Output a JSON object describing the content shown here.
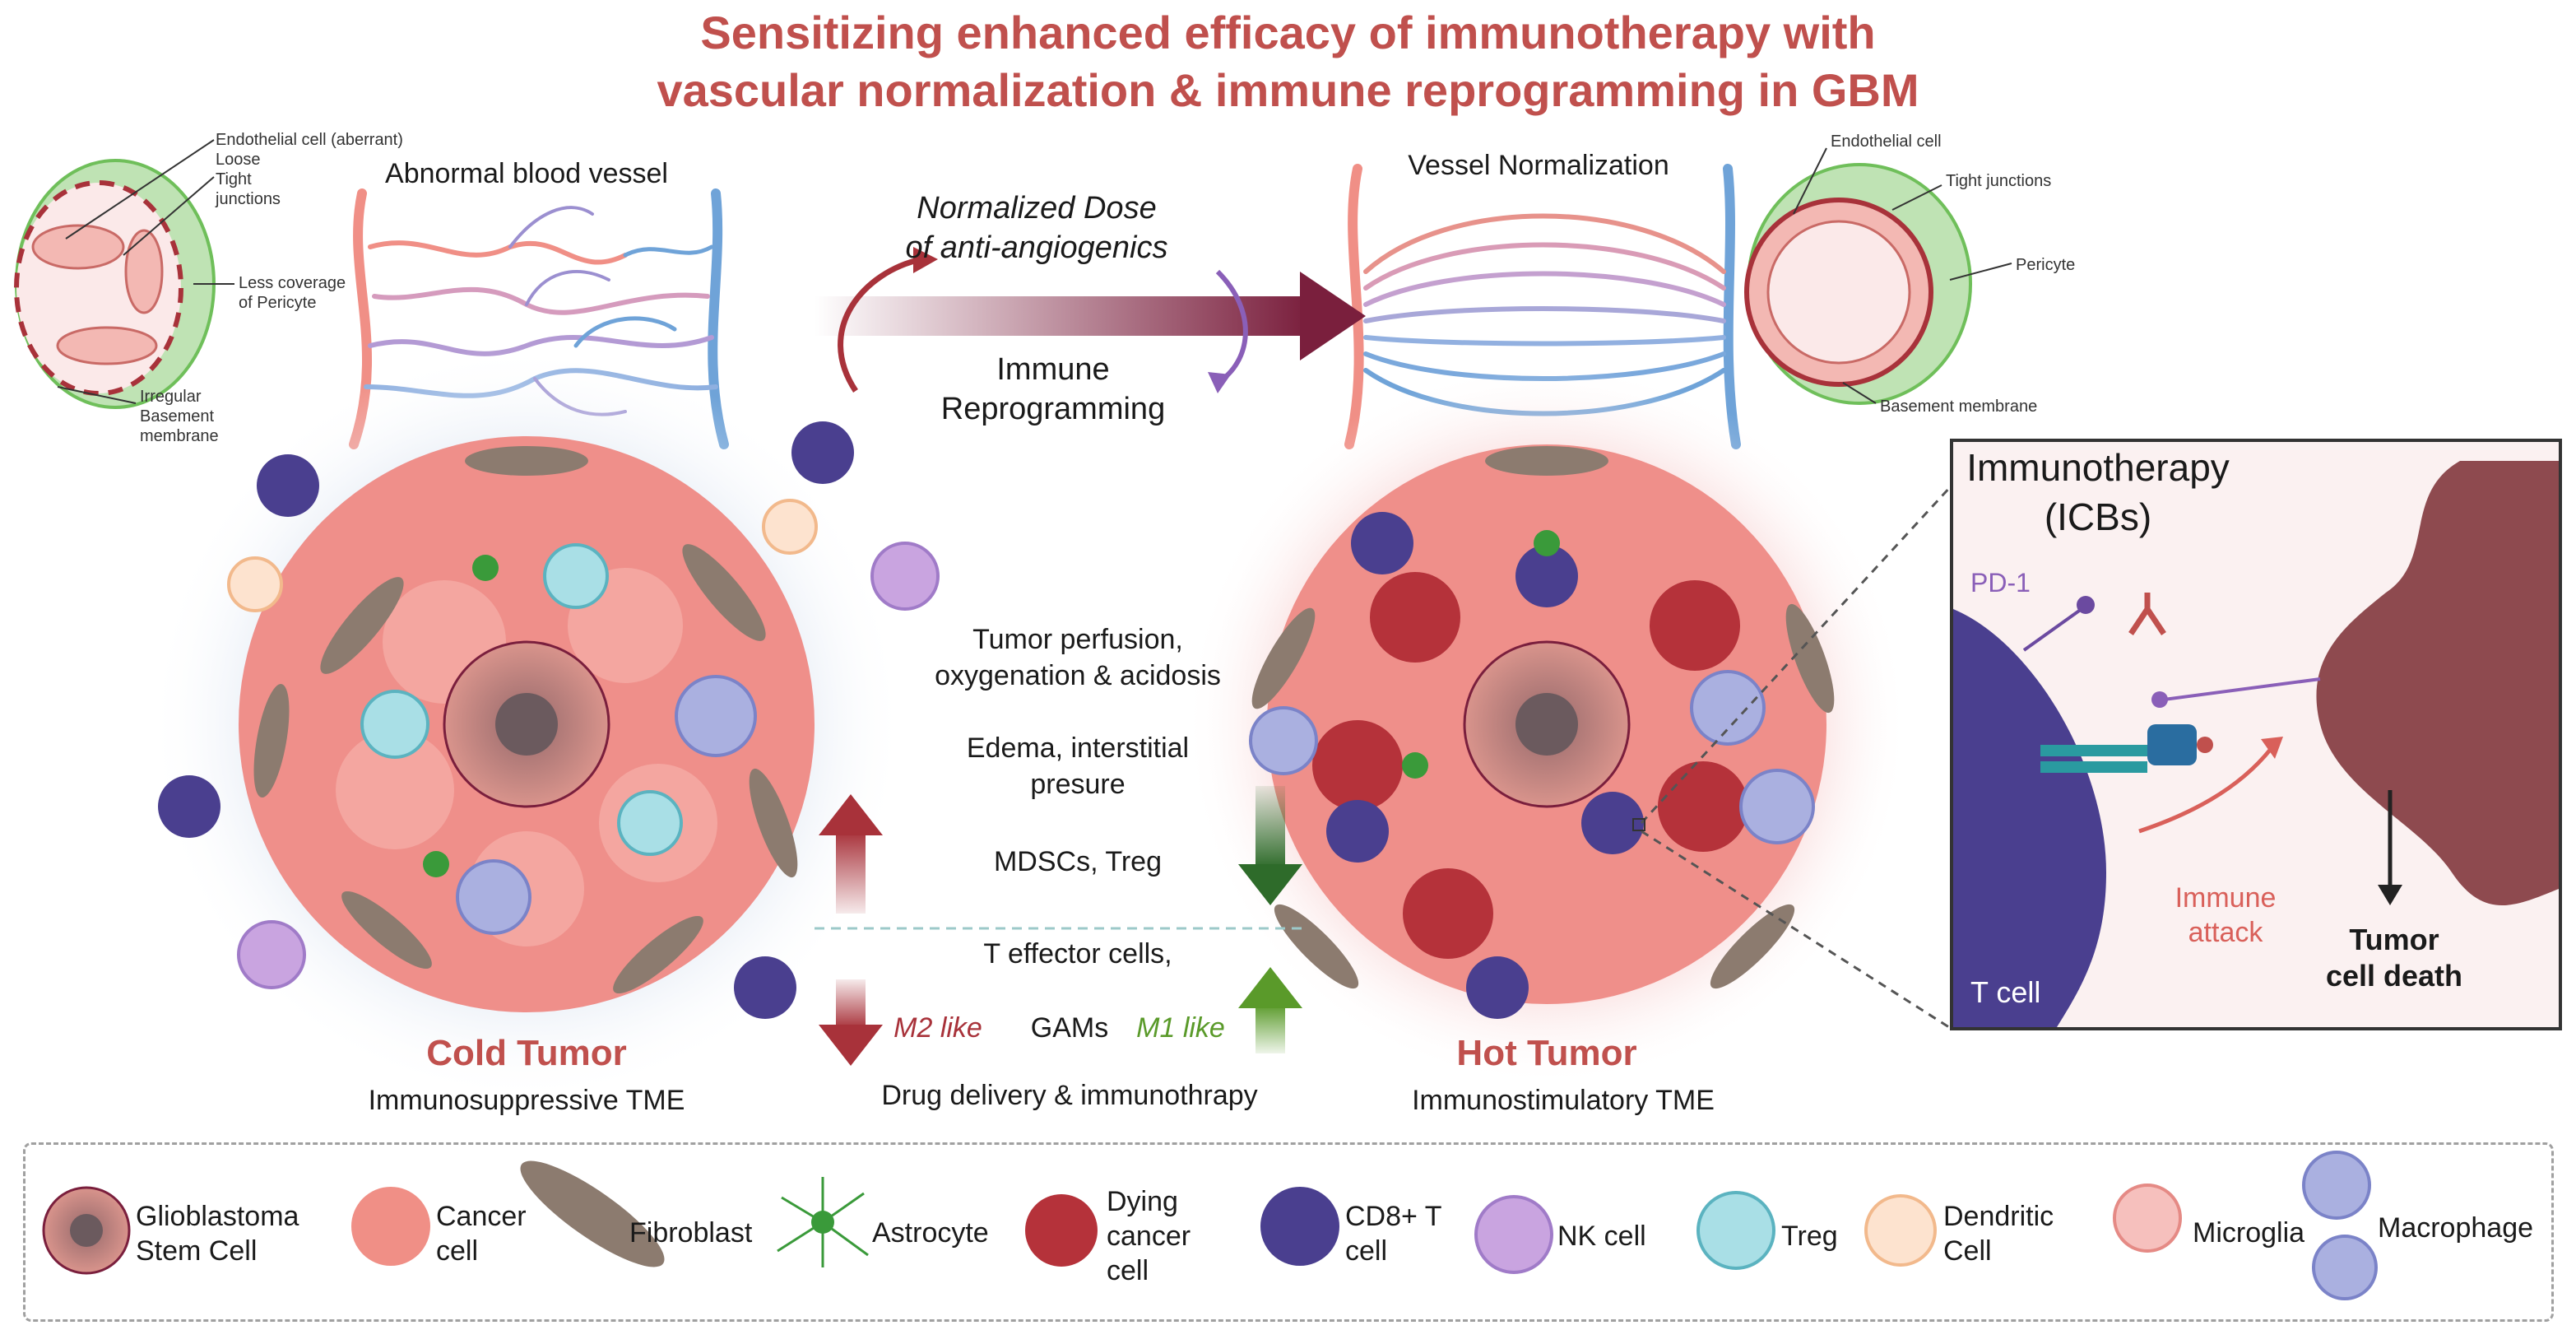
{
  "title": {
    "line1": "Sensitizing enhanced efficacy of immunotherapy with",
    "line2": "vascular normalization & immune reprogramming in GBM"
  },
  "left_vessel": {
    "heading": "Abnormal blood vessel",
    "labels": [
      "Endothelial cell (aberrant)",
      "Loose",
      "Tight",
      "junctions",
      "Less coverage",
      "of Pericyte",
      "Irregular",
      "Basement",
      "membrane"
    ]
  },
  "right_vessel": {
    "heading": "Vessel Normalization",
    "labels": [
      "Endothelial cell",
      "Tight junctions",
      "Pericyte",
      "Basement membrane"
    ]
  },
  "center": {
    "dose_line1": "Normalized Dose",
    "dose_line2": "of anti-angiogenics",
    "immune_line1": "Immune",
    "immune_line2": "Reprogramming",
    "perfusion_line1": "Tumor perfusion,",
    "perfusion_line2": "oxygenation & acidosis",
    "edema_line1": "Edema, interstitial",
    "edema_line2": "presure",
    "mdsc": "MDSCs, Treg",
    "teff": "T effector cells,",
    "m2": "M2 like",
    "gams": "GAMs",
    "m1": "M1 like",
    "drug": "Drug delivery & immunothrapy"
  },
  "cold_tumor": {
    "name": "Cold Tumor",
    "desc": "Immunosuppressive TME"
  },
  "hot_tumor": {
    "name": "Hot Tumor",
    "desc": "Immunostimulatory TME"
  },
  "inset": {
    "heading1": "Immunotherapy",
    "heading2": "(ICBs)",
    "pd1": "PD-1",
    "attack1": "Immune",
    "attack2": "attack",
    "tcell": "T cell",
    "death1": "Tumor",
    "death2": "cell death"
  },
  "legend": [
    {
      "line1": "Glioblastoma",
      "line2": "Stem Cell",
      "icon": "gsc-icon"
    },
    {
      "line1": "Cancer",
      "line2": "cell",
      "icon": "cancer-cell-icon"
    },
    {
      "line1": "Fibroblast",
      "line2": "",
      "icon": "fibroblast-icon"
    },
    {
      "line1": "Astrocyte",
      "line2": "",
      "icon": "astrocyte-icon"
    },
    {
      "line1": "Dying",
      "line2": "cancer",
      "line3": "cell",
      "icon": "dying-cell-icon"
    },
    {
      "line1": "CD8+ T",
      "line2": "cell",
      "icon": "cd8-t-cell-icon"
    },
    {
      "line1": "NK cell",
      "line2": "",
      "icon": "nk-cell-icon"
    },
    {
      "line1": "Treg",
      "line2": "",
      "icon": "treg-icon"
    },
    {
      "line1": "Dendritic",
      "line2": "Cell",
      "icon": "dendritic-cell-icon"
    },
    {
      "line1": "Microglia",
      "line2": "",
      "icon": "microglia-icon"
    },
    {
      "line1": "Macrophage",
      "line2": "",
      "icon": "macrophage-icon"
    }
  ],
  "colors": {
    "title": "#c0504d",
    "arrow_dark": "#7a1f3d",
    "cold_red": "#c0504d",
    "up_red": "#a8323a",
    "down_green": "#2e6b2a",
    "m1_green": "#5a9a2a",
    "tcell": "#4a3f8f",
    "tumor_brown": "#8e4a4f"
  }
}
